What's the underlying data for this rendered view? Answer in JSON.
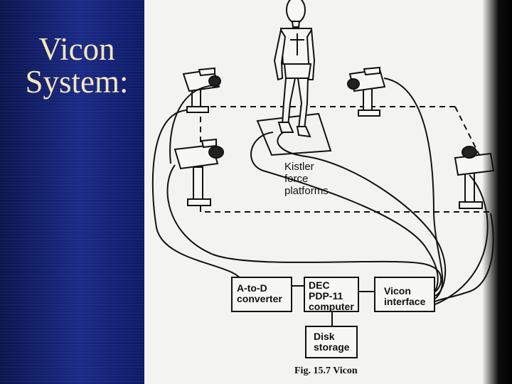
{
  "slide": {
    "title_line1": "Vicon",
    "title_line2": "System:"
  },
  "diagram": {
    "force_label": [
      "Kistler",
      "force",
      "platforms"
    ],
    "boxes": {
      "adc": [
        "A-to-D",
        "converter"
      ],
      "computer": [
        "DEC",
        "PDP-11",
        "computer"
      ],
      "interface": [
        "Vicon",
        "interface"
      ],
      "disk": [
        "Disk",
        "storage"
      ]
    },
    "caption": "Fig. 15.7 Vicon"
  }
}
